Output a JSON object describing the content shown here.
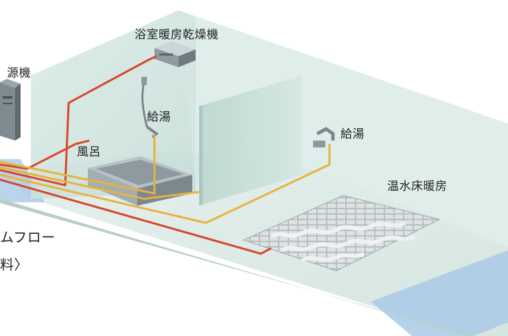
{
  "labels": {
    "heat_source": "源機",
    "bath_dryer": "浴室暖房乾燥機",
    "hot_water_bath": "給湯",
    "bath": "風呂",
    "hot_water_kitchen": "給湯",
    "floor_heating": "温水床暖房",
    "system_line1": "ムフロー",
    "system_line2": "料〉"
  },
  "colors": {
    "wall": "#cfe3df",
    "floor": "#e3eeea",
    "pipe_red": "#d8452a",
    "pipe_yellow": "#e8b23c",
    "blue_strip": "#a9c9e6",
    "panel": "#c7cdcf"
  }
}
